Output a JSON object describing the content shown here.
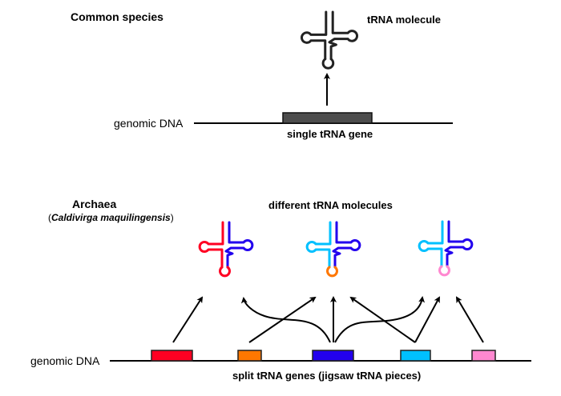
{
  "top_section": {
    "heading": "Common species",
    "molecule_label": "tRNA molecule",
    "dna_label": "genomic DNA",
    "gene_label": "single tRNA gene",
    "gene_color": "#4d4d4d",
    "molecule_color": "#222222"
  },
  "bottom_section": {
    "heading": "Archaea",
    "species_open": "(",
    "species_name": "Caldivirga maquilingensis",
    "species_close": ")",
    "molecules_label": "different tRNA molecules",
    "dna_label": "genomic DNA",
    "genes_label": "split tRNA genes (jigsaw tRNA pieces)",
    "gene_pieces": [
      {
        "name": "red",
        "color": "#ff0022"
      },
      {
        "name": "orange",
        "color": "#ff7700"
      },
      {
        "name": "blue",
        "color": "#2200ee"
      },
      {
        "name": "cyan",
        "color": "#00c0ff"
      },
      {
        "name": "pink",
        "color": "#ff88d0"
      }
    ],
    "molecules": [
      {
        "name": "molecule-1",
        "left_half": "#ff0022",
        "right_half": "#2200ee",
        "anticodon": "#ff0022"
      },
      {
        "name": "molecule-2",
        "left_half": "#00c0ff",
        "right_half": "#2200ee",
        "anticodon": "#ff7700"
      },
      {
        "name": "molecule-3",
        "left_half": "#00c0ff",
        "right_half": "#2200ee",
        "anticodon": "#ff88d0"
      }
    ]
  }
}
